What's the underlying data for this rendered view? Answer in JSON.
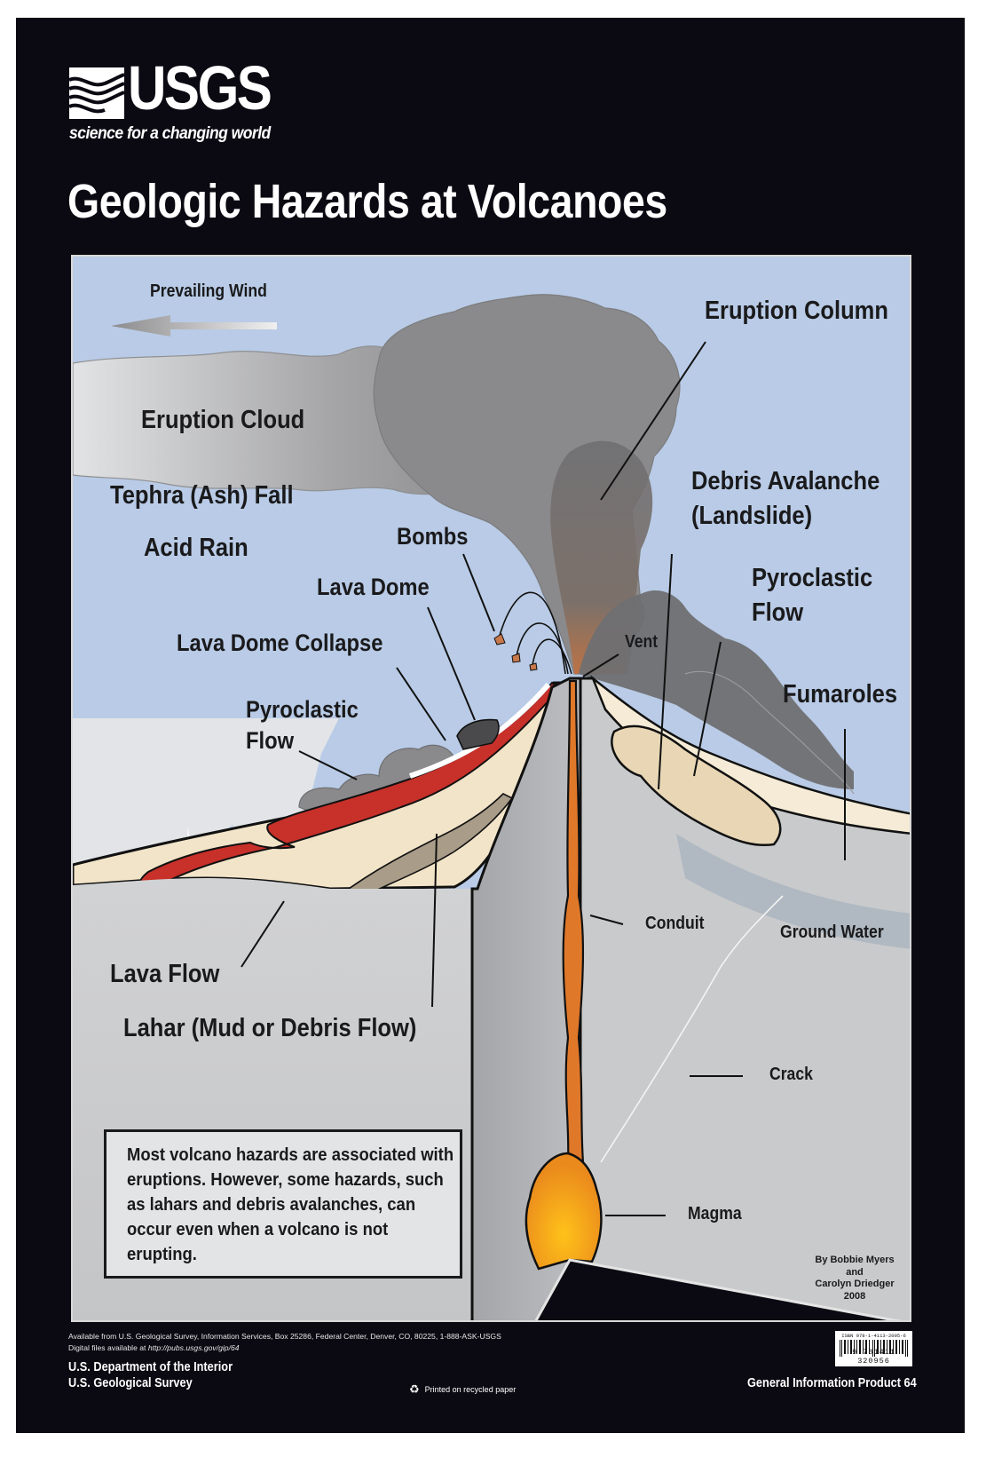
{
  "logo": {
    "wordmark": "USGS",
    "tagline": "science for a changing world"
  },
  "title": "Geologic Hazards at Volcanoes",
  "diagram": {
    "labels": {
      "prevailing_wind": "Prevailing Wind",
      "eruption_column": "Eruption Column",
      "eruption_cloud": "Eruption Cloud",
      "tephra_fall": "Tephra (Ash) Fall",
      "acid_rain": "Acid Rain",
      "bombs": "Bombs",
      "lava_dome": "Lava Dome",
      "lava_dome_collapse": "Lava Dome Collapse",
      "pyroclastic_flow_left_1": "Pyroclastic",
      "pyroclastic_flow_left_2": "Flow",
      "debris_avalanche_1": "Debris Avalanche",
      "debris_avalanche_2": "(Landslide)",
      "pyroclastic_flow_right_1": "Pyroclastic",
      "pyroclastic_flow_right_2": "Flow",
      "vent": "Vent",
      "fumaroles": "Fumaroles",
      "conduit": "Conduit",
      "ground_water": "Ground Water",
      "lava_flow": "Lava Flow",
      "lahar": "Lahar (Mud or Debris Flow)",
      "crack": "Crack",
      "magma": "Magma"
    },
    "colors": {
      "sky": "#b9cbe6",
      "ash_cloud": "#8a8a8c",
      "lava": "#c8302a",
      "magma": "#f5a623",
      "conduit": "#e0782a",
      "ground": "#c9cacc",
      "slope": "#f2e4c8"
    }
  },
  "note": "Most volcano hazards are associated with eruptions.  However, some hazards, such as lahars and debris avalanches, can occur even when a volcano is not erupting.",
  "credit": {
    "line1": "By Bobbie Myers and",
    "line2": "Carolyn Driedger",
    "year": "2008"
  },
  "footer": {
    "availability": "Available from U.S. Geological Survey, Information Services, Box 25286, Federal Center, Denver, CO, 80225, 1-888-ASK-USGS",
    "digital_prefix": "Digital files available at ",
    "digital_url": "http://pubs.usgs.gov/gip/64",
    "department": "U.S. Department of the Interior",
    "agency": "U.S. Geological Survey",
    "recycled": "Printed on recycled paper",
    "recycle_icon": "recycle-icon",
    "product": "General Information Product 64",
    "isbn_label": "ISBN 978-1-4113-2095-6",
    "barcode_number": "9 781411 320956"
  }
}
